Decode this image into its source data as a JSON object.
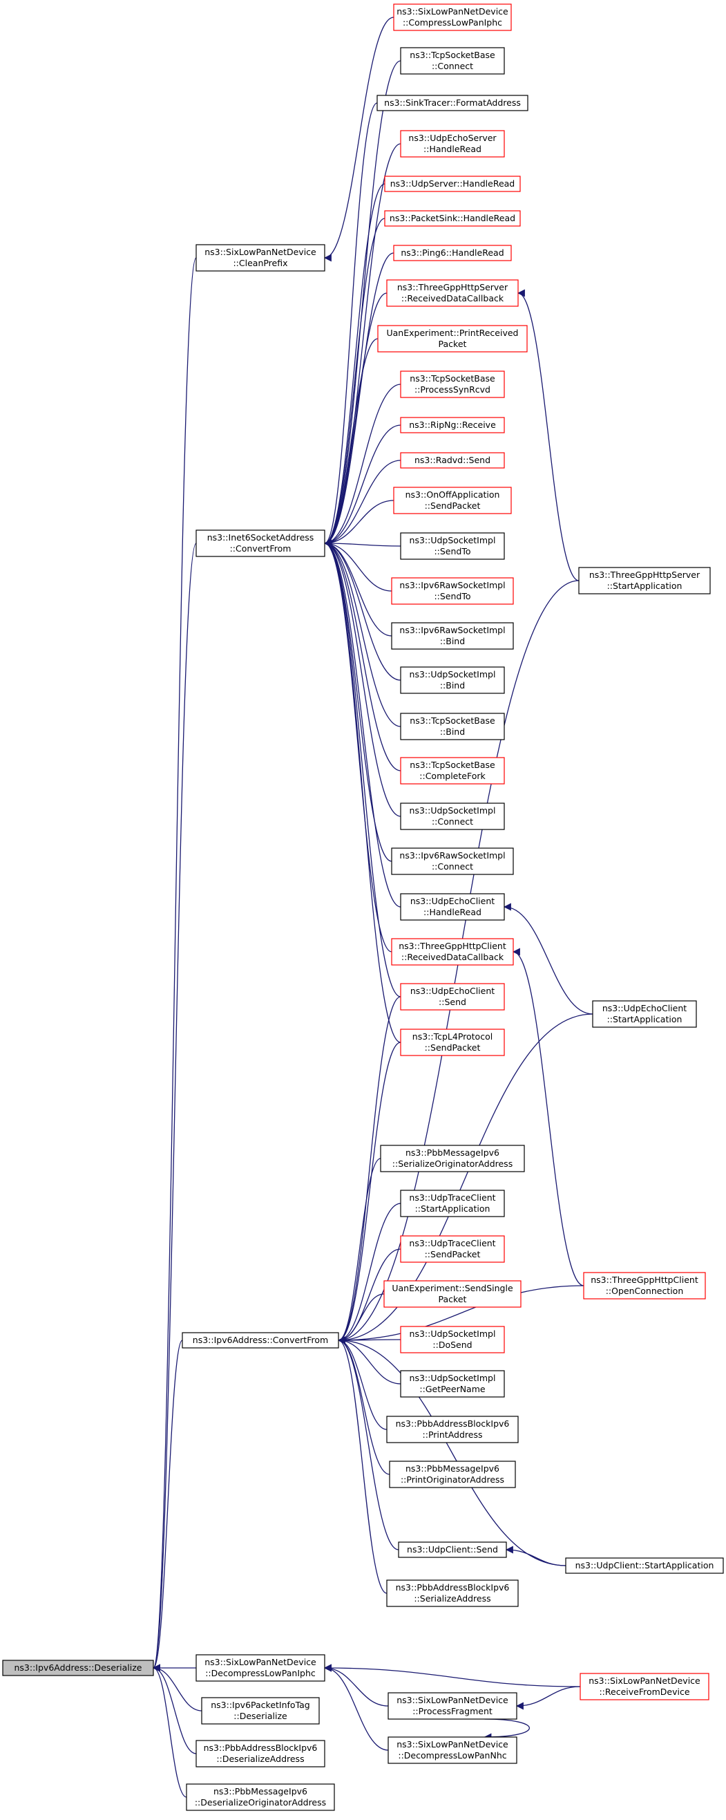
{
  "colors": {
    "edge": "#191970",
    "node_border_documented": "#000000",
    "node_border_undocumented": "#ff0000",
    "root_fill": "#bfbfbf",
    "node_fill": "#ffffff"
  },
  "root_id": "deser",
  "nodes": [
    {
      "id": "deser",
      "lines": [
        "ns3::Ipv6Address::Deserialize"
      ],
      "style": "root"
    },
    {
      "id": "sixclean",
      "lines": [
        "ns3::SixLowPanNetDevice",
        "::CleanPrefix"
      ],
      "style": "black"
    },
    {
      "id": "inet6",
      "lines": [
        "ns3::Inet6SocketAddress",
        "::ConvertFrom"
      ],
      "style": "black"
    },
    {
      "id": "ipv6conv",
      "lines": [
        "ns3::Ipv6Address::ConvertFrom"
      ],
      "style": "black"
    },
    {
      "id": "decompiphc",
      "lines": [
        "ns3::SixLowPanNetDevice",
        "::DecompressLowPanIphc"
      ],
      "style": "black"
    },
    {
      "id": "pktinfo",
      "lines": [
        "ns3::Ipv6PacketInfoTag",
        "::Deserialize"
      ],
      "style": "black"
    },
    {
      "id": "pbbaddrdeser",
      "lines": [
        "ns3::PbbAddressBlockIpv6",
        "::DeserializeAddress"
      ],
      "style": "black"
    },
    {
      "id": "pbbmsgdeser",
      "lines": [
        "ns3::PbbMessageIpv6",
        "::DeserializeOriginatorAddress"
      ],
      "style": "black"
    },
    {
      "id": "compiphc",
      "lines": [
        "ns3::SixLowPanNetDevice",
        "::CompressLowPanIphc"
      ],
      "style": "red"
    },
    {
      "id": "tcpconnect",
      "lines": [
        "ns3::TcpSocketBase",
        "::Connect"
      ],
      "style": "black"
    },
    {
      "id": "sinkfmt",
      "lines": [
        "ns3::SinkTracer::FormatAddress"
      ],
      "style": "black"
    },
    {
      "id": "udpechosrvread",
      "lines": [
        "ns3::UdpEchoServer",
        "::HandleRead"
      ],
      "style": "red"
    },
    {
      "id": "udpsrvread",
      "lines": [
        "ns3::UdpServer::HandleRead"
      ],
      "style": "red"
    },
    {
      "id": "pktsinkread",
      "lines": [
        "ns3::PacketSink::HandleRead"
      ],
      "style": "red"
    },
    {
      "id": "ping6read",
      "lines": [
        "ns3::Ping6::HandleRead"
      ],
      "style": "red"
    },
    {
      "id": "tgpphttpsrvrecv",
      "lines": [
        "ns3::ThreeGppHttpServer",
        "::ReceivedDataCallback"
      ],
      "style": "red"
    },
    {
      "id": "uanprint",
      "lines": [
        "UanExperiment::PrintReceived",
        "Packet"
      ],
      "style": "red"
    },
    {
      "id": "tcpsynrcvd",
      "lines": [
        "ns3::TcpSocketBase",
        "::ProcessSynRcvd"
      ],
      "style": "red"
    },
    {
      "id": "ripng",
      "lines": [
        "ns3::RipNg::Receive"
      ],
      "style": "red"
    },
    {
      "id": "radvd",
      "lines": [
        "ns3::Radvd::Send"
      ],
      "style": "red"
    },
    {
      "id": "onoff",
      "lines": [
        "ns3::OnOffApplication",
        "::SendPacket"
      ],
      "style": "red"
    },
    {
      "id": "udpsockimplsendto",
      "lines": [
        "ns3::UdpSocketImpl",
        "::SendTo"
      ],
      "style": "black"
    },
    {
      "id": "ipv6rawsendto",
      "lines": [
        "ns3::Ipv6RawSocketImpl",
        "::SendTo"
      ],
      "style": "red"
    },
    {
      "id": "ipv6rawbind",
      "lines": [
        "ns3::Ipv6RawSocketImpl",
        "::Bind"
      ],
      "style": "black"
    },
    {
      "id": "udpsockimplbind",
      "lines": [
        "ns3::UdpSocketImpl",
        "::Bind"
      ],
      "style": "black"
    },
    {
      "id": "tcpbind",
      "lines": [
        "ns3::TcpSocketBase",
        "::Bind"
      ],
      "style": "black"
    },
    {
      "id": "tcpfork",
      "lines": [
        "ns3::TcpSocketBase",
        "::CompleteFork"
      ],
      "style": "red"
    },
    {
      "id": "udpsockimplconnect",
      "lines": [
        "ns3::UdpSocketImpl",
        "::Connect"
      ],
      "style": "black"
    },
    {
      "id": "ipv6rawconnect",
      "lines": [
        "ns3::Ipv6RawSocketImpl",
        "::Connect"
      ],
      "style": "black"
    },
    {
      "id": "udpechoclread",
      "lines": [
        "ns3::UdpEchoClient",
        "::HandleRead"
      ],
      "style": "black"
    },
    {
      "id": "tgpphttpclrecv",
      "lines": [
        "ns3::ThreeGppHttpClient",
        "::ReceivedDataCallback"
      ],
      "style": "red"
    },
    {
      "id": "udpechoclsend",
      "lines": [
        "ns3::UdpEchoClient",
        "::Send"
      ],
      "style": "red"
    },
    {
      "id": "tcpl4send",
      "lines": [
        "ns3::TcpL4Protocol",
        "::SendPacket"
      ],
      "style": "red"
    },
    {
      "id": "pbbmsgser",
      "lines": [
        "ns3::PbbMessageIpv6",
        "::SerializeOriginatorAddress"
      ],
      "style": "black"
    },
    {
      "id": "udptracestart",
      "lines": [
        "ns3::UdpTraceClient",
        "::StartApplication"
      ],
      "style": "black"
    },
    {
      "id": "udptracesend",
      "lines": [
        "ns3::UdpTraceClient",
        "::SendPacket"
      ],
      "style": "red"
    },
    {
      "id": "uansend",
      "lines": [
        "UanExperiment::SendSingle",
        "Packet"
      ],
      "style": "red"
    },
    {
      "id": "udpsockimpldosend",
      "lines": [
        "ns3::UdpSocketImpl",
        "::DoSend"
      ],
      "style": "red"
    },
    {
      "id": "udpsockimplpeer",
      "lines": [
        "ns3::UdpSocketImpl",
        "::GetPeerName"
      ],
      "style": "black"
    },
    {
      "id": "pbbaddrprint",
      "lines": [
        "ns3::PbbAddressBlockIpv6",
        "::PrintAddress"
      ],
      "style": "black"
    },
    {
      "id": "pbbmsgprint",
      "lines": [
        "ns3::PbbMessageIpv6",
        "::PrintOriginatorAddress"
      ],
      "style": "black"
    },
    {
      "id": "udpclsend",
      "lines": [
        "ns3::UdpClient::Send"
      ],
      "style": "black"
    },
    {
      "id": "pbbaddrser",
      "lines": [
        "ns3::PbbAddressBlockIpv6",
        "::SerializeAddress"
      ],
      "style": "black"
    },
    {
      "id": "sixprocfrag",
      "lines": [
        "ns3::SixLowPanNetDevice",
        "::ProcessFragment"
      ],
      "style": "black"
    },
    {
      "id": "sixdecompnhc",
      "lines": [
        "ns3::SixLowPanNetDevice",
        "::DecompressLowPanNhc"
      ],
      "style": "black"
    },
    {
      "id": "tgpphttpsrvstart",
      "lines": [
        "ns3::ThreeGppHttpServer",
        "::StartApplication"
      ],
      "style": "black"
    },
    {
      "id": "udpechoclstart",
      "lines": [
        "ns3::UdpEchoClient",
        "::StartApplication"
      ],
      "style": "black"
    },
    {
      "id": "tgpphttpclopen",
      "lines": [
        "ns3::ThreeGppHttpClient",
        "::OpenConnection"
      ],
      "style": "red"
    },
    {
      "id": "udpclstart",
      "lines": [
        "ns3::UdpClient::StartApplication"
      ],
      "style": "black"
    },
    {
      "id": "sixrecv",
      "lines": [
        "ns3::SixLowPanNetDevice",
        "::ReceiveFromDevice"
      ],
      "style": "red"
    }
  ],
  "edges": [
    [
      "sixclean",
      "deser"
    ],
    [
      "inet6",
      "deser"
    ],
    [
      "ipv6conv",
      "deser"
    ],
    [
      "decompiphc",
      "deser"
    ],
    [
      "pktinfo",
      "deser"
    ],
    [
      "pbbaddrdeser",
      "deser"
    ],
    [
      "pbbmsgdeser",
      "deser"
    ],
    [
      "compiphc",
      "sixclean"
    ],
    [
      "tcpconnect",
      "inet6"
    ],
    [
      "sinkfmt",
      "inet6"
    ],
    [
      "udpechosrvread",
      "inet6"
    ],
    [
      "udpsrvread",
      "inet6"
    ],
    [
      "pktsinkread",
      "inet6"
    ],
    [
      "ping6read",
      "inet6"
    ],
    [
      "tgpphttpsrvrecv",
      "inet6"
    ],
    [
      "uanprint",
      "inet6"
    ],
    [
      "tcpsynrcvd",
      "inet6"
    ],
    [
      "ripng",
      "inet6"
    ],
    [
      "radvd",
      "inet6"
    ],
    [
      "onoff",
      "inet6"
    ],
    [
      "udpsockimplsendto",
      "inet6"
    ],
    [
      "ipv6rawsendto",
      "inet6"
    ],
    [
      "ipv6rawbind",
      "inet6"
    ],
    [
      "udpsockimplbind",
      "inet6"
    ],
    [
      "tcpbind",
      "inet6"
    ],
    [
      "tcpfork",
      "inet6"
    ],
    [
      "udpsockimplconnect",
      "inet6"
    ],
    [
      "ipv6rawconnect",
      "inet6"
    ],
    [
      "udpechoclread",
      "inet6"
    ],
    [
      "tgpphttpclrecv",
      "inet6"
    ],
    [
      "udpechoclsend",
      "inet6"
    ],
    [
      "tcpl4send",
      "inet6"
    ],
    [
      "udpechoclsend",
      "ipv6conv"
    ],
    [
      "tcpl4send",
      "ipv6conv"
    ],
    [
      "tgpphttpsrvstart",
      "ipv6conv"
    ],
    [
      "udpechoclstart",
      "ipv6conv"
    ],
    [
      "pbbmsgser",
      "ipv6conv"
    ],
    [
      "udptracestart",
      "ipv6conv"
    ],
    [
      "udptracesend",
      "ipv6conv"
    ],
    [
      "uansend",
      "ipv6conv"
    ],
    [
      "udpsockimpldosend",
      "ipv6conv"
    ],
    [
      "udpsockimplpeer",
      "ipv6conv"
    ],
    [
      "pbbaddrprint",
      "ipv6conv"
    ],
    [
      "pbbmsgprint",
      "ipv6conv"
    ],
    [
      "tgpphttpclopen",
      "ipv6conv"
    ],
    [
      "udpclstart",
      "ipv6conv"
    ],
    [
      "udpclsend",
      "ipv6conv"
    ],
    [
      "pbbaddrser",
      "ipv6conv"
    ],
    [
      "tgpphttpsrvstart",
      "tgpphttpsrvrecv"
    ],
    [
      "udpechoclstart",
      "udpechoclread"
    ],
    [
      "tgpphttpclopen",
      "tgpphttpclrecv"
    ],
    [
      "udpclstart",
      "udpclsend"
    ],
    [
      "sixprocfrag",
      "decompiphc"
    ],
    [
      "sixdecompnhc",
      "decompiphc"
    ],
    [
      "sixrecv",
      "decompiphc"
    ],
    [
      "sixrecv",
      "sixprocfrag"
    ],
    [
      "sixprocfrag",
      "sixdecompnhc"
    ]
  ]
}
